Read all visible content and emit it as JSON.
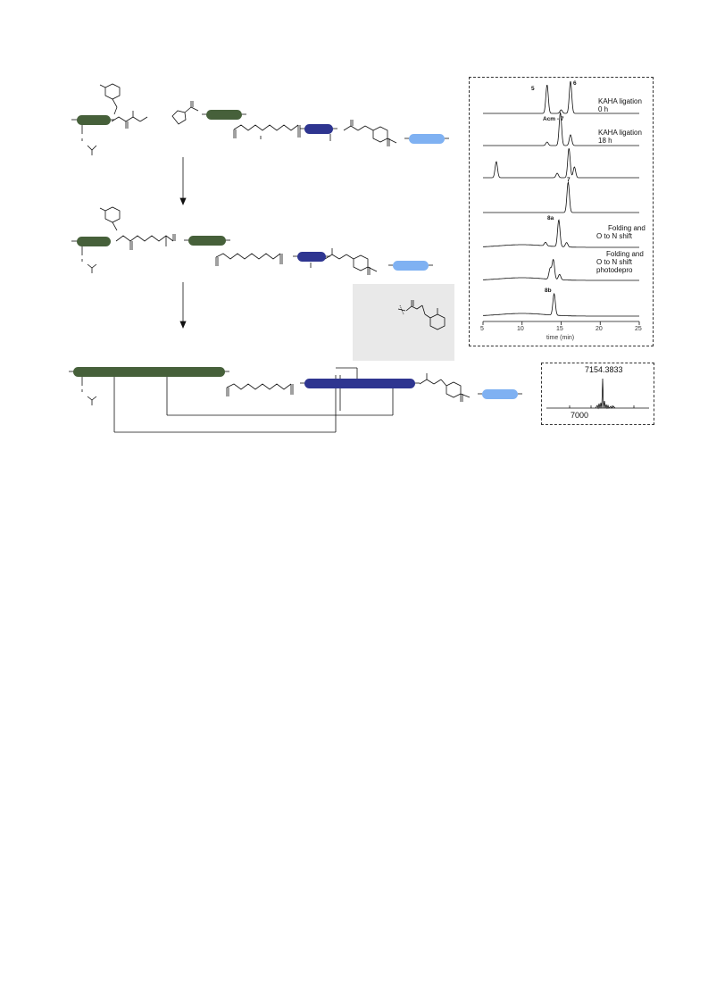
{
  "hplc": {
    "traces": [
      {
        "label_lines": [
          "KAHA ligation",
          "0 h"
        ],
        "peak_labels": [
          "5",
          "6"
        ]
      },
      {
        "label_lines": [
          "KAHA ligation",
          "18 h"
        ],
        "peak_labels": [
          "Acm - 7"
        ]
      },
      {
        "label_lines": [],
        "peak_labels": []
      },
      {
        "label_lines": [],
        "peak_labels": [
          "7"
        ]
      },
      {
        "label_lines": [
          "Folding and",
          "O to N shift"
        ],
        "peak_labels": [
          "8a"
        ]
      },
      {
        "label_lines": [
          "Folding and",
          "O to N shift",
          "photodepro"
        ],
        "peak_labels": []
      },
      {
        "label_lines": [],
        "peak_labels": [
          "8b"
        ]
      }
    ],
    "x_ticks": [
      "5",
      "10",
      "15",
      "20",
      "25"
    ],
    "x_label": "time (min)"
  },
  "ms": {
    "peak_label": "7154.3833",
    "axis_label": "7000"
  },
  "colors": {
    "dark_green": "#46603a",
    "navy": "#2e3590",
    "light_blue": "#7fb1f2",
    "gray_box": "#e9e9e9"
  }
}
